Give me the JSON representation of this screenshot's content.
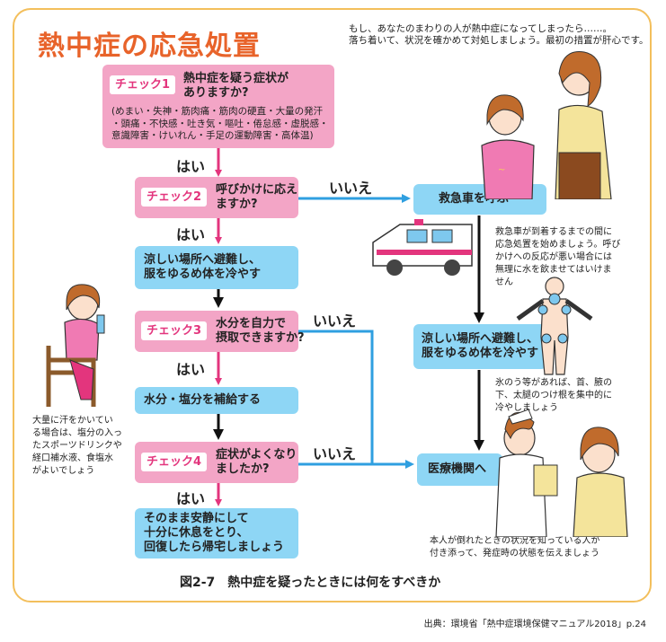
{
  "title": "熱中症の応急処置",
  "intro": [
    "もし、あなたのまわりの人が熱中症になってしまったら……。",
    "落ち着いて、状況を確かめて対処しましょう。最初の措置が肝心です。"
  ],
  "check1": {
    "tag": "チェック1",
    "question": [
      "熱中症を疑う症状が",
      "ありますか?"
    ],
    "symptoms": [
      "(めまい・失神・筋肉痛・筋肉の硬直・大量の発汗",
      "・頭痛・不快感・吐き気・嘔吐・倦怠感・虚脱感・",
      "意識障害・けいれん・手足の運動障害・高体温)"
    ]
  },
  "check2": {
    "tag": "チェック2",
    "question": [
      "呼びかけに応え",
      "ますか?"
    ]
  },
  "check3": {
    "tag": "チェック3",
    "question": [
      "水分を自力で",
      "摂取できますか?"
    ]
  },
  "check4": {
    "tag": "チェック4",
    "question": [
      "症状がよくなり",
      "ましたか?"
    ]
  },
  "yes": "はい",
  "no": "いいえ",
  "action_cool_left": [
    "涼しい場所へ避難し、",
    "服をゆるめ体を冷やす"
  ],
  "action_water": "水分・塩分を補給する",
  "action_rest": [
    "そのまま安静にして",
    "十分に休息をとり、",
    "回復したら帰宅しましょう"
  ],
  "ambulance": "救急車を呼ぶ",
  "ambulance_note": [
    "救急車が到着するまでの間に",
    "応急処置を始めましょう。呼び",
    "かけへの反応が悪い場合には",
    "無理に水を飲ませてはいけま",
    "せん"
  ],
  "action_cool_right": [
    "涼しい場所へ避難し、",
    "服をゆるめ体を冷やす"
  ],
  "cool_note": [
    "氷のう等があれば、首、腋の",
    "下、太腿のつけ根を集中的に",
    "冷やしましょう"
  ],
  "hospital": "医療機関へ",
  "hospital_note": [
    "本人が倒れたときの状況を知っている人が",
    "付き添って、発症時の状態を伝えましょう"
  ],
  "drink_note": [
    "大量に汗をかいてい",
    "る場合は、塩分の入っ",
    "たスポーツドリンクや",
    "経口補水液、食塩水",
    "がよいでしょう"
  ],
  "caption": "図2-7　熱中症を疑ったときには何をすべきか",
  "source": "出典：環境省「熱中症環境保健マニュアル2018」p.24",
  "colors": {
    "pink_box": "#f3a5c6",
    "blue_box": "#8ed6f5",
    "tag_text": "#e3357d",
    "pink_arrow": "#e3357d",
    "blue_arrow": "#2f9fe0",
    "title": "#e8632a",
    "frame": "#f3bf5c"
  }
}
